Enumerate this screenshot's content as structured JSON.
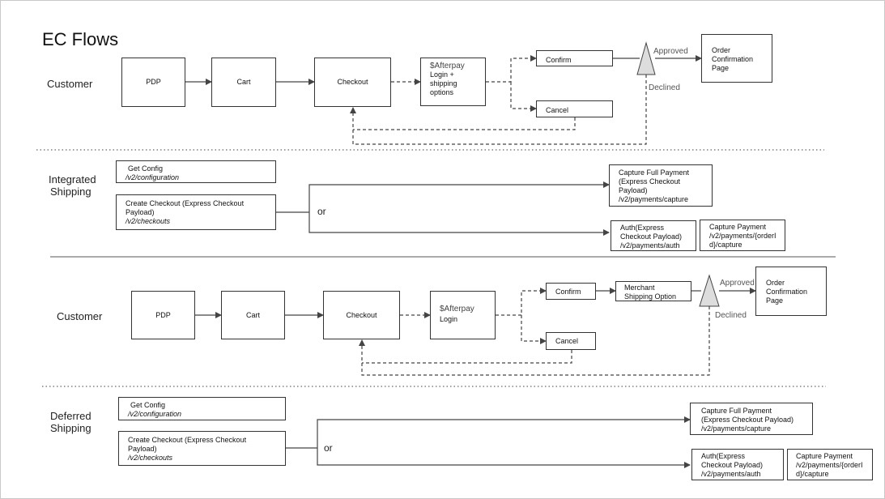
{
  "title": "EC Flows",
  "lanes": {
    "customer_1": "Customer",
    "integrated": [
      "Integrated",
      "Shipping"
    ],
    "customer_2": "Customer",
    "deferred": [
      "Deferred",
      "Shipping"
    ]
  },
  "flow1": {
    "pdp": "PDP",
    "cart": "Cart",
    "checkout": "Checkout",
    "afterpay": {
      "brand": "$Afterpay",
      "lines": [
        "Login +",
        "shipping",
        "options"
      ]
    },
    "confirm": "Confirm",
    "cancel": "Cancel",
    "approved": "Approved",
    "declined": "Declined",
    "order": [
      "Order",
      "Confirmation",
      "Page"
    ]
  },
  "integrated": {
    "get_config": {
      "title": "Get Config",
      "path": "/v2/configuration"
    },
    "create_checkout": {
      "title": "Create Checkout (Express Checkout",
      "title2": "Payload)",
      "path": "/v2/checkouts"
    },
    "or": "or",
    "capture_full": [
      "Capture Full Payment",
      "(Express Checkout",
      "Payload)",
      "/v2/payments/capture"
    ],
    "auth": [
      "Auth(Express",
      "Checkout Payload)",
      "/v2/payments/auth"
    ],
    "capture_payment": [
      "Capture Payment",
      "/v2/payments/{orderI",
      "d}/capture"
    ]
  },
  "flow2": {
    "pdp": "PDP",
    "cart": "Cart",
    "checkout": "Checkout",
    "afterpay": {
      "brand": "$Afterpay",
      "lines": [
        "Login"
      ]
    },
    "confirm": "Confirm",
    "merchant": [
      "Merchant",
      "Shipping Option"
    ],
    "cancel": "Cancel",
    "approved": "Approved",
    "declined": "Declined",
    "order": [
      "Order",
      "Confirmation",
      "Page"
    ]
  },
  "deferred": {
    "get_config": {
      "title": "Get Config",
      "path": "/v2/configuration"
    },
    "create_checkout": {
      "title": "Create Checkout (Express Checkout",
      "title2": "Payload)",
      "path": "/v2/checkouts"
    },
    "or": "or",
    "capture_full": [
      "Capture Full Payment",
      "(Express Checkout Payload)",
      "/v2/payments/capture"
    ],
    "auth": [
      "Auth(Express",
      "Checkout Payload)",
      "/v2/payments/auth"
    ],
    "capture_payment": [
      "Capture Payment",
      "/v2/payments/{orderI",
      "d}/capture"
    ]
  },
  "colors": {
    "line": "#444444",
    "border": "#333333",
    "triangle_fill": "#dddddd"
  }
}
